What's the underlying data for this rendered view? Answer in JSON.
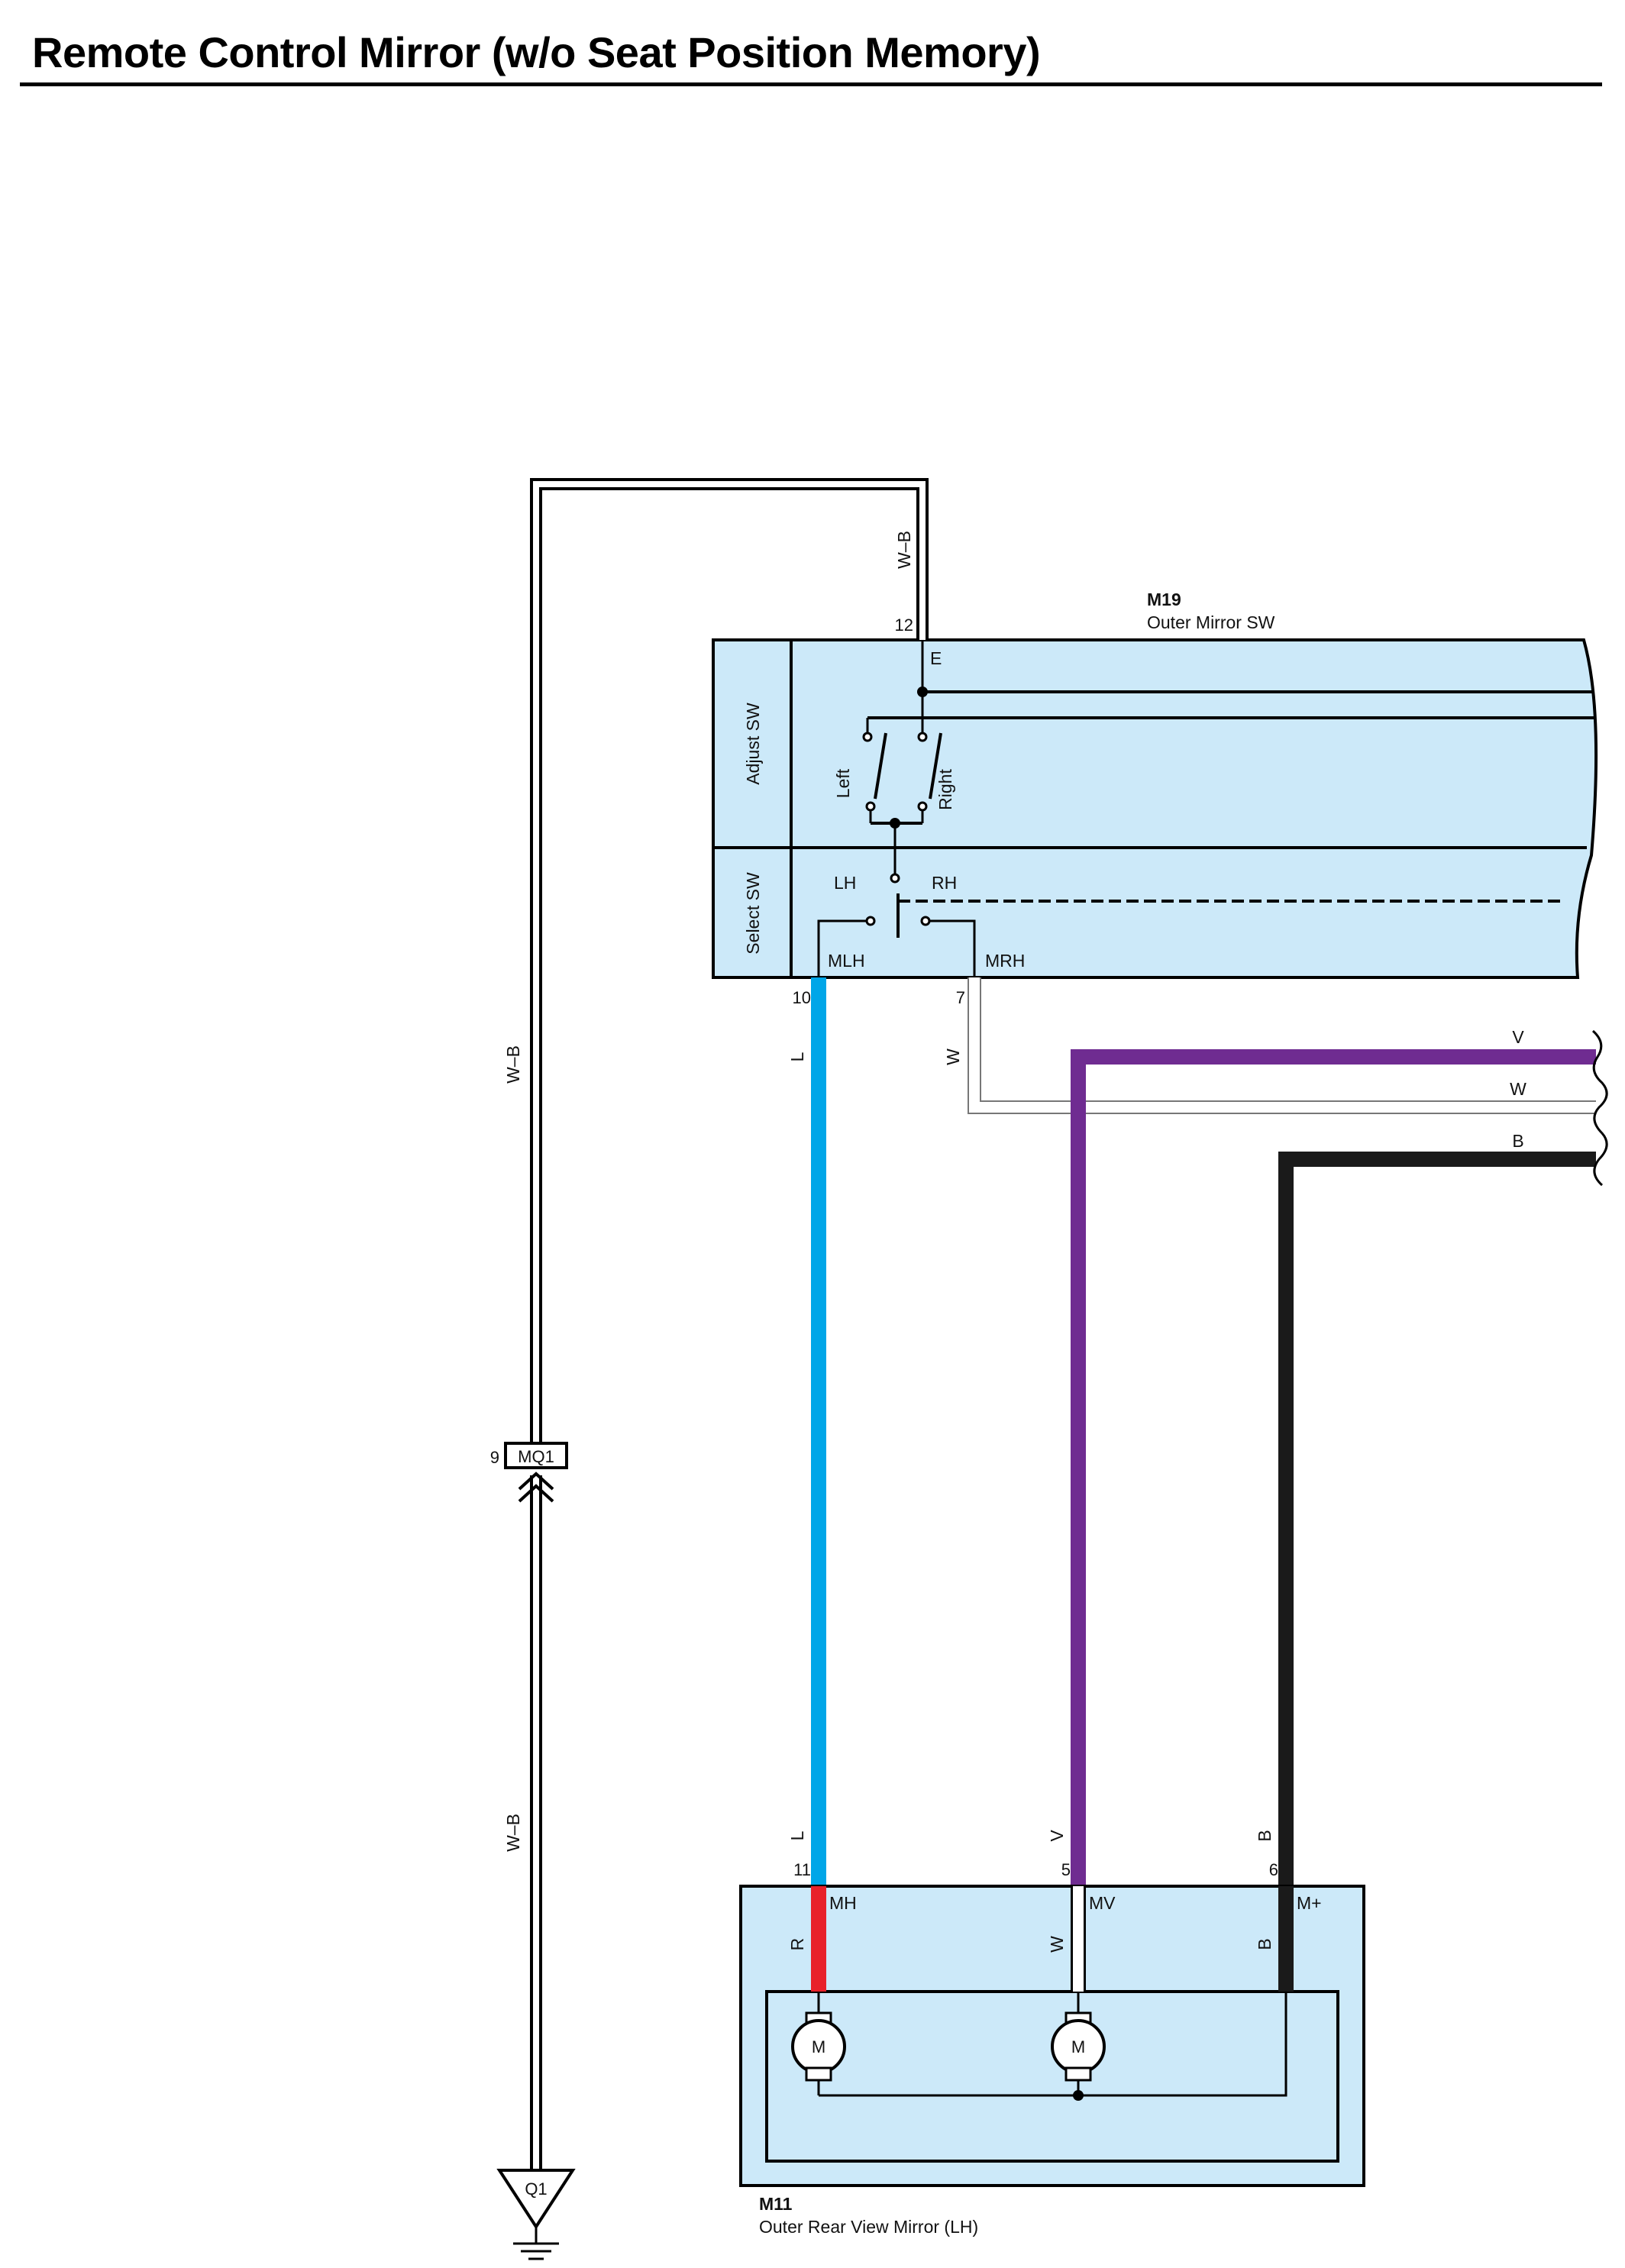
{
  "title": "Remote Control Mirror (w/o Seat Position Memory)",
  "colors": {
    "box_fill": "#cce9f9",
    "wire_L": "#00a6e8",
    "wire_V": "#6f2c91",
    "wire_B": "#1a1a1a",
    "wire_R": "#e8212a",
    "wire_W": "#ffffff",
    "wire_WB": "#ffffff"
  },
  "switch": {
    "id": "M19",
    "name": "Outer Mirror SW",
    "adjust_label": "Adjust SW",
    "select_label": "Select SW",
    "terminal_e": "E",
    "left_label": "Left",
    "right_label": "Right",
    "lh_label": "LH",
    "rh_label": "RH",
    "mlh_label": "MLH",
    "mrh_label": "MRH",
    "pin_e": "12",
    "pin_mlh": "10",
    "pin_mrh": "7"
  },
  "mirror": {
    "id": "M11",
    "name": "Outer Rear View Mirror (LH)",
    "pin_mh": "11",
    "pin_mv": "5",
    "pin_mplus": "6",
    "term_mh": "MH",
    "term_mv": "MV",
    "term_mplus": "M+",
    "motor_label": "M"
  },
  "connector": {
    "id": "MQ1",
    "pin": "9"
  },
  "ground": {
    "id": "Q1"
  },
  "wire_labels": {
    "wb_top": "W–B",
    "wb_mid": "W–B",
    "wb_low": "W–B",
    "l_top": "L",
    "l_bottom": "L",
    "w_top": "W",
    "v_bottom": "V",
    "b_bottom": "B",
    "r_inside": "R",
    "w_inside": "W",
    "b_inside": "B",
    "right_v": "V",
    "right_w": "W",
    "right_b": "B"
  }
}
